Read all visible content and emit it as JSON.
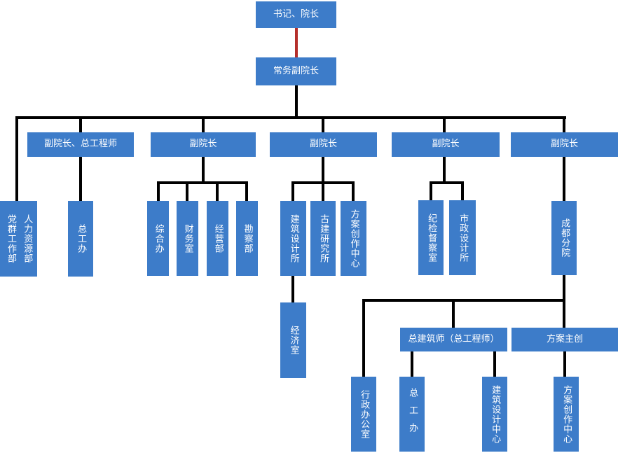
{
  "colors": {
    "node_fill": "#3d7cc9",
    "node_text": "#ffffff",
    "connector": "#000000",
    "root_connector": "#b52f2b",
    "background": "#ffffff"
  },
  "org": {
    "root": "书记、院长",
    "executive": "常务副院长",
    "direct_dept": {
      "left_line": "党群工作部",
      "right_line": "人力资源部"
    },
    "branches": [
      {
        "label": "副院长、总工程师",
        "children": [
          "总工办"
        ]
      },
      {
        "label": "副院长",
        "children": [
          "综合办",
          "财务室",
          "经营部",
          "勘察部"
        ]
      },
      {
        "label": "副院长",
        "children": [
          "建筑设计所",
          "古建研究所",
          "方案创作中心"
        ],
        "grandchild": "经济室"
      },
      {
        "label": "副院长",
        "children": [
          "纪检督察室",
          "市政设计所"
        ]
      },
      {
        "label": "副院长",
        "children": [
          "成都分院"
        ]
      }
    ],
    "chengdu_branch": {
      "admin_office": "行政办公室",
      "chief_architect": "总建筑师（总工程师）",
      "chief_children": [
        "总工办",
        "建筑设计中心"
      ],
      "scheme_lead": "方案主创",
      "lead_children": [
        "方案创作中心"
      ]
    }
  }
}
